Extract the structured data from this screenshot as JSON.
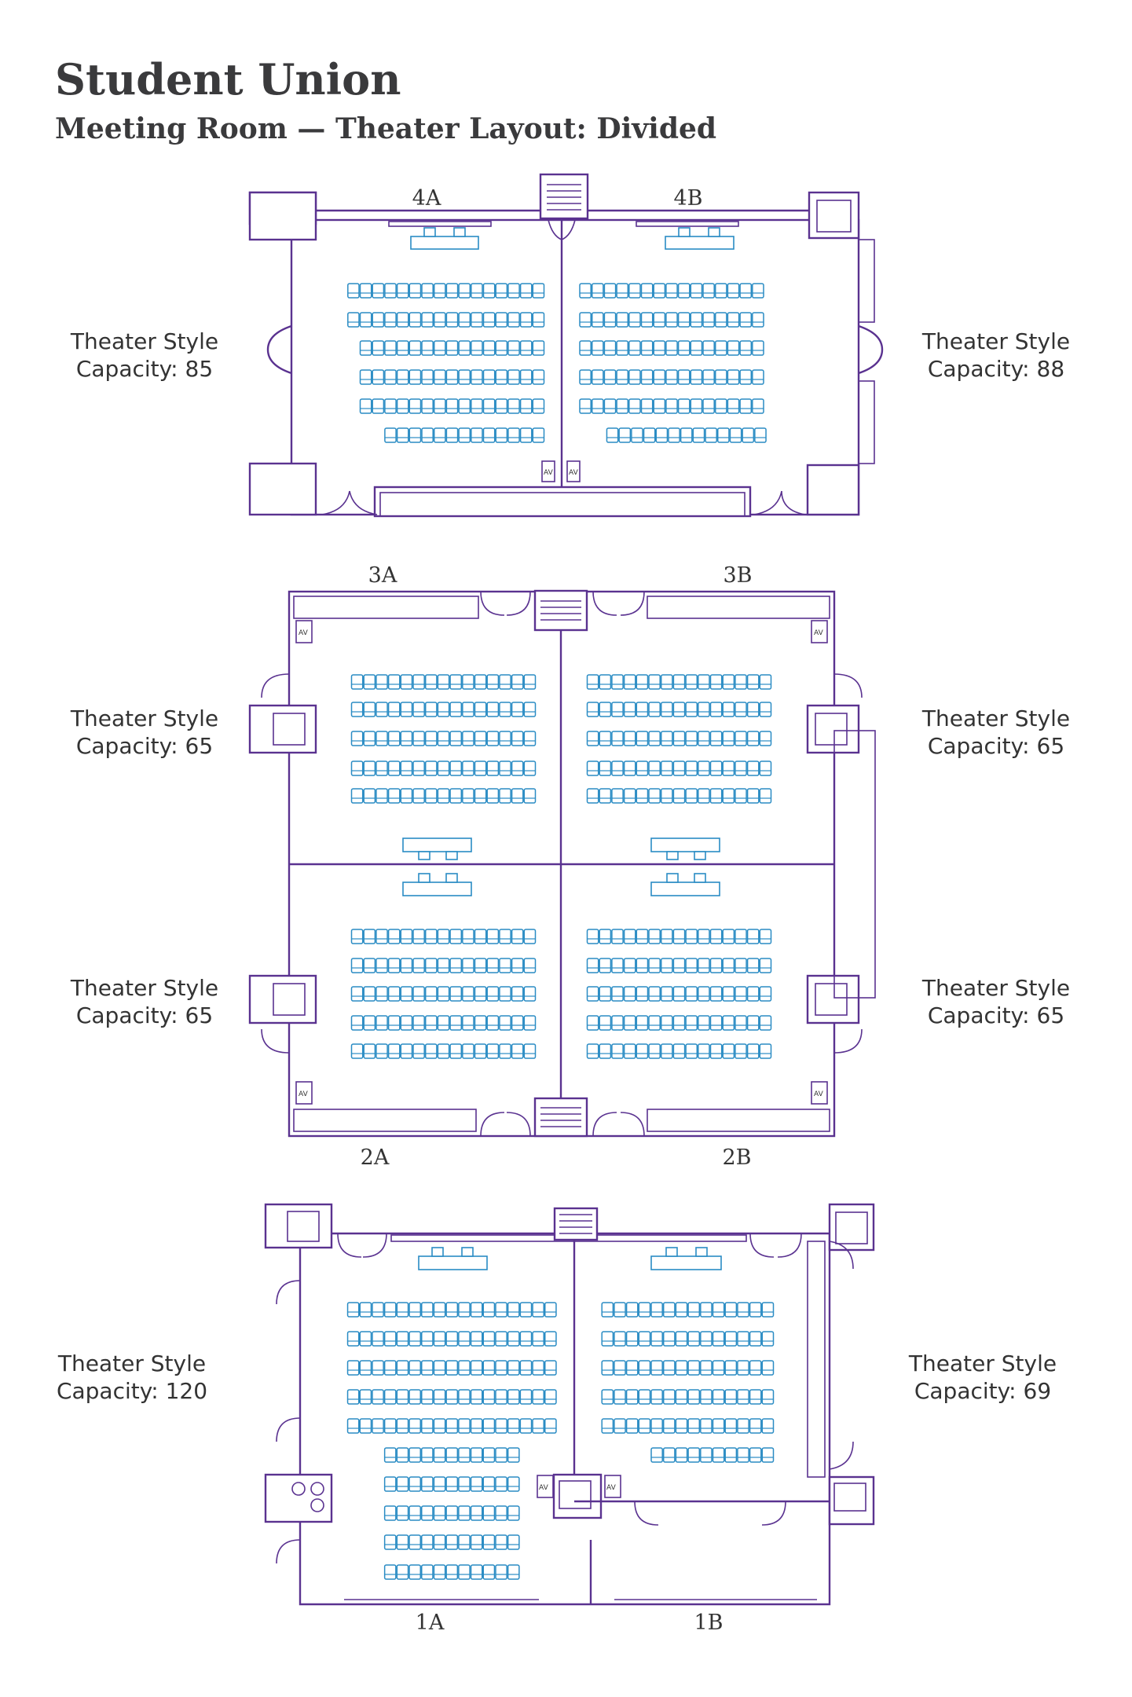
{
  "header": {
    "title": "Student Union",
    "subtitle": "Meeting Room —  Theater Layout: Divided"
  },
  "av_label": "AV",
  "colors": {
    "walls": "#5a3290",
    "seats": "#2a8cc4",
    "text": "#333333"
  },
  "rooms": [
    {
      "id": "4A",
      "label": "4A",
      "style": "Theater Style",
      "capacity": "Capacity: 85",
      "seat_rows": [
        16,
        16,
        15,
        15,
        15,
        13
      ]
    },
    {
      "id": "4B",
      "label": "4B",
      "style": "Theater Style",
      "capacity": "Capacity: 88",
      "seat_rows": [
        15,
        15,
        15,
        15,
        15,
        13
      ]
    },
    {
      "id": "3A",
      "label": "3A",
      "style": "Theater Style",
      "capacity": "Capacity: 65",
      "seat_rows": [
        15,
        15,
        15,
        15,
        15
      ]
    },
    {
      "id": "3B",
      "label": "3B",
      "style": "Theater Style",
      "capacity": "Capacity: 65",
      "seat_rows": [
        15,
        15,
        15,
        15,
        15
      ]
    },
    {
      "id": "2A",
      "label": "2A",
      "style": "Theater Style",
      "capacity": "Capacity: 65",
      "seat_rows": [
        15,
        15,
        15,
        15,
        15
      ]
    },
    {
      "id": "2B",
      "label": "2B",
      "style": "Theater Style",
      "capacity": "Capacity: 65",
      "seat_rows": [
        15,
        15,
        15,
        15,
        15
      ]
    },
    {
      "id": "1A",
      "label": "1A",
      "style": "Theater Style",
      "capacity": "Capacity: 120",
      "seat_rows": [
        17,
        17,
        17,
        17,
        17,
        11,
        11,
        11,
        11,
        11
      ]
    },
    {
      "id": "1B",
      "label": "1B",
      "style": "Theater Style",
      "capacity": "Capacity: 69",
      "seat_rows": [
        14,
        14,
        14,
        14,
        14,
        10
      ]
    }
  ]
}
